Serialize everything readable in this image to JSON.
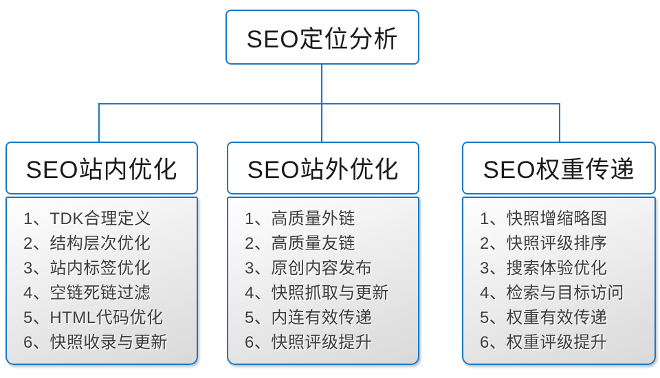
{
  "root": {
    "title": "SEO定位分析"
  },
  "colors": {
    "accent": "#1778c4",
    "title_text": "#1a1a1a",
    "item_text": "#3d3d3d",
    "list_gradient_top": "#ffffff",
    "list_gradient_bottom": "#d9d9d9"
  },
  "branches": [
    {
      "title": "SEO站内优化",
      "items": [
        "1、TDK合理定义",
        "2、结构层次优化",
        "3、站内标签优化",
        "4、空链死链过滤",
        "5、HTML代码优化",
        "6、快照收录与更新"
      ]
    },
    {
      "title": "SEO站外优化",
      "items": [
        "1、高质量外链",
        "2、高质量友链",
        "3、原创内容发布",
        "4、快照抓取与更新",
        "5、内连有效传递",
        "6、快照评级提升"
      ]
    },
    {
      "title": "SEO权重传递",
      "items": [
        "1、快照增缩略图",
        "2、快照评级排序",
        "3、搜索体验优化",
        "4、检索与目标访问",
        "5、权重有效传递",
        "6、权重评级提升"
      ]
    }
  ]
}
